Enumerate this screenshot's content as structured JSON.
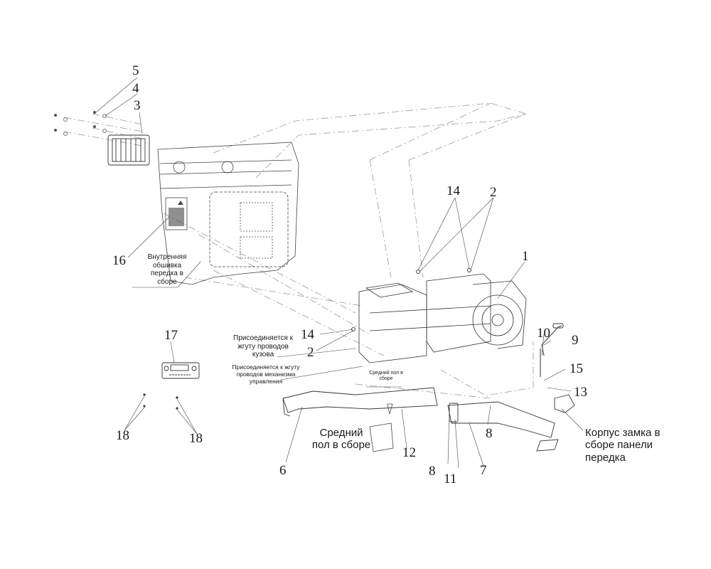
{
  "diagram": {
    "type": "exploded-parts-diagram",
    "callouts": [
      {
        "id": "c5",
        "text": "5"
      },
      {
        "id": "c4",
        "text": "4"
      },
      {
        "id": "c3",
        "text": "3"
      },
      {
        "id": "c16",
        "text": "16"
      },
      {
        "id": "c14a",
        "text": "14"
      },
      {
        "id": "c2a",
        "text": "2"
      },
      {
        "id": "c1",
        "text": "1"
      },
      {
        "id": "c14b",
        "text": "14"
      },
      {
        "id": "c2b",
        "text": "2"
      },
      {
        "id": "c10",
        "text": "10"
      },
      {
        "id": "c9",
        "text": "9"
      },
      {
        "id": "c15",
        "text": "15"
      },
      {
        "id": "c13",
        "text": "13"
      },
      {
        "id": "c17",
        "text": "17"
      },
      {
        "id": "c18a",
        "text": "18"
      },
      {
        "id": "c18b",
        "text": "18"
      },
      {
        "id": "c6",
        "text": "6"
      },
      {
        "id": "c12",
        "text": "12"
      },
      {
        "id": "c8a",
        "text": "8"
      },
      {
        "id": "c8b",
        "text": "8"
      },
      {
        "id": "c11",
        "text": "11"
      },
      {
        "id": "c7",
        "text": "7"
      }
    ],
    "labels": {
      "inner_trim": [
        "Внутренняя",
        "обшивка",
        "передка в",
        "сборе"
      ],
      "body_harness": [
        "Присоединяется к",
        "жгуту проводов",
        "кузова"
      ],
      "control_harness": [
        "Присоединяется к жгуту",
        "проводов механизма управления"
      ],
      "middle_floor_small": [
        "Средний пол в",
        "сборе"
      ],
      "middle_floor_large": [
        "Средний",
        "пол в сборе"
      ],
      "lock_housing": [
        "Корпус замка в",
        "сборе панели",
        "передка"
      ]
    }
  }
}
